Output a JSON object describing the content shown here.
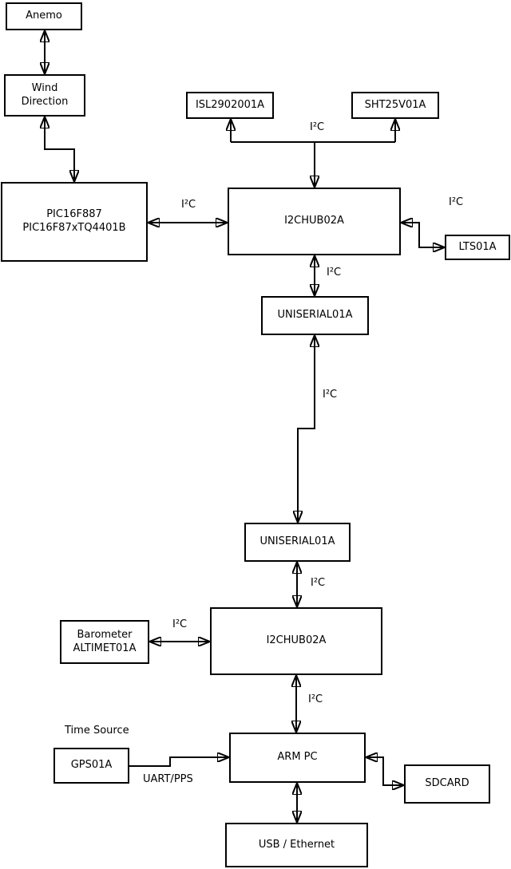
{
  "diagram": {
    "nodes": {
      "anemo": {
        "label": "Anemo"
      },
      "wind_direction": {
        "label": "Wind\nDirection"
      },
      "pic": {
        "label": "PIC16F887\nPIC16F87xTQ4401B"
      },
      "isl": {
        "label": "ISL2902001A"
      },
      "sht": {
        "label": "SHT25V01A"
      },
      "i2chub_top": {
        "label": "I2CHUB02A"
      },
      "lts": {
        "label": "LTS01A"
      },
      "uniserial_top": {
        "label": "UNISERIAL01A"
      },
      "uniserial_bottom": {
        "label": "UNISERIAL01A"
      },
      "i2chub_bottom": {
        "label": "I2CHUB02A"
      },
      "barometer": {
        "label": "Barometer\nALTIMET01A"
      },
      "arm_pc": {
        "label": "ARM PC"
      },
      "gps": {
        "label": "GPS01A"
      },
      "sdcard": {
        "label": "SDCARD"
      },
      "usb_ethernet": {
        "label": "USB / Ethernet"
      }
    },
    "edge_labels": {
      "i2c_sensor_bus": "I²C",
      "i2c_pic_hub": "I²C",
      "i2c_hub_lts": "I²C",
      "i2c_hub_uniserial": "I²C",
      "i2c_uniserial_link": "I²C",
      "i2c_uniserial_hub2": "I²C",
      "i2c_barometer_hub2": "I²C",
      "i2c_hub2_armpc": "I²C",
      "time_source": "Time Source",
      "uart_pps": "UART/PPS"
    },
    "colors": {
      "line": "#000000",
      "background": "#ffffff"
    }
  }
}
